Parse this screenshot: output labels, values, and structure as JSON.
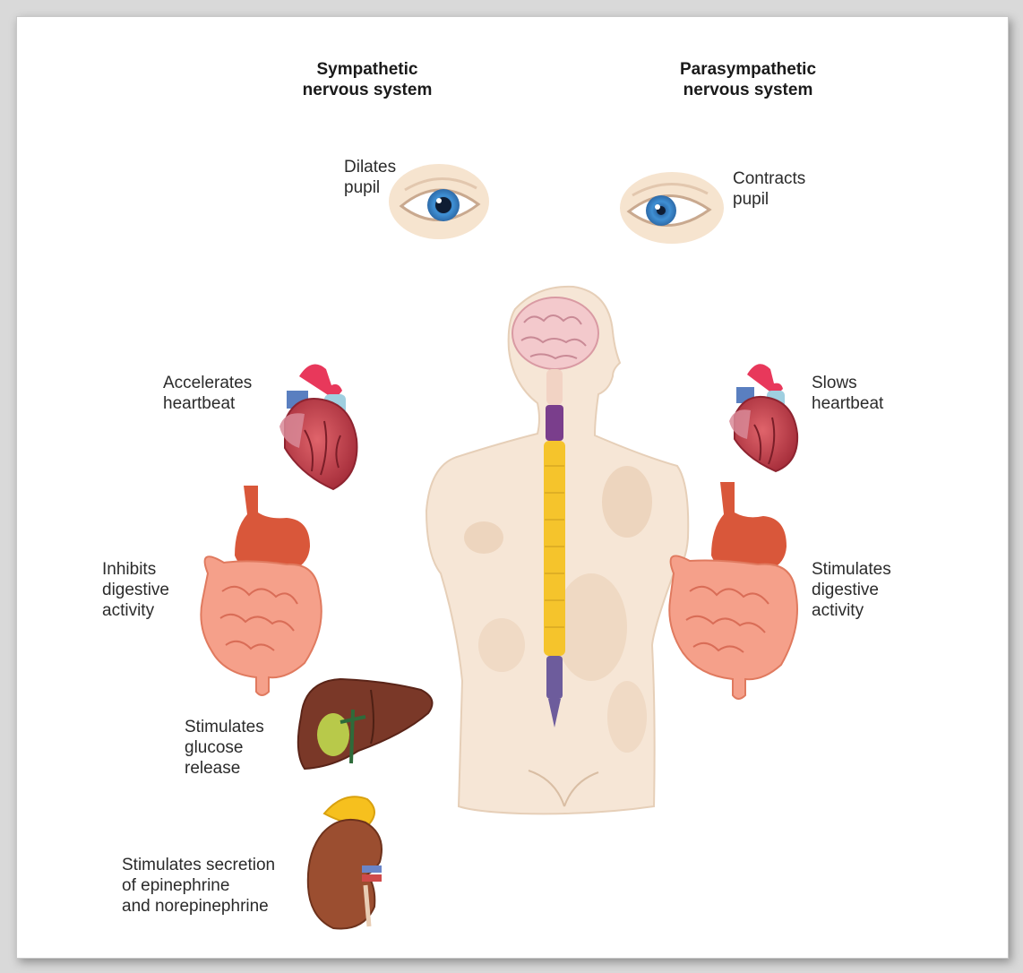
{
  "headings": {
    "sympathetic": "Sympathetic\nnervous system",
    "parasympathetic": "Parasympathetic\nnervous system"
  },
  "sympathetic_effects": {
    "eye": "Dilates\npupil",
    "heart": "Accelerates\nheartbeat",
    "digestion": "Inhibits\ndigestive\nactivity",
    "liver": "Stimulates\nglucose\nrelease",
    "adrenal": "Stimulates secretion\nof epinephrine\nand norepinephrine"
  },
  "parasympathetic_effects": {
    "eye": "Contracts\npupil",
    "heart": "Slows\nheartbeat",
    "digestion": "Stimulates\ndigestive\nactivity"
  },
  "colors": {
    "skin": "#f6e6d6",
    "skin_shade": "#e9cdb4",
    "spine_cervical": "#f2d3c4",
    "spine_thoracic_top": "#7a3e8c",
    "spine_lumbar": "#f5c42c",
    "spine_sacral": "#6d5c9c",
    "iris": "#3f8fd3",
    "heart": "#c8414a",
    "stomach": "#d9573a",
    "intestine": "#f5a08a",
    "liver": "#7a3828",
    "kidney": "#9b4e30",
    "adrenal": "#f6c01e"
  }
}
